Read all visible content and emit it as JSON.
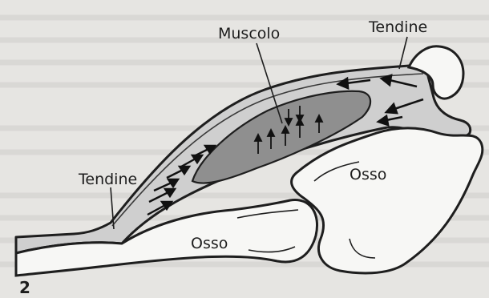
{
  "figure": {
    "number": "2",
    "labels": {
      "muscle": "Muscolo",
      "tendon_top": "Tendine",
      "tendon_left": "Tendine",
      "bone_lower": "Osso",
      "bone_right": "Osso"
    }
  },
  "colors": {
    "background": "#e6e5e2",
    "outline": "#1e1e1e",
    "muscle_fill": "#8f8f8f",
    "sheath_fill": "#cfcfcf",
    "bone_fill": "#f7f7f5"
  }
}
